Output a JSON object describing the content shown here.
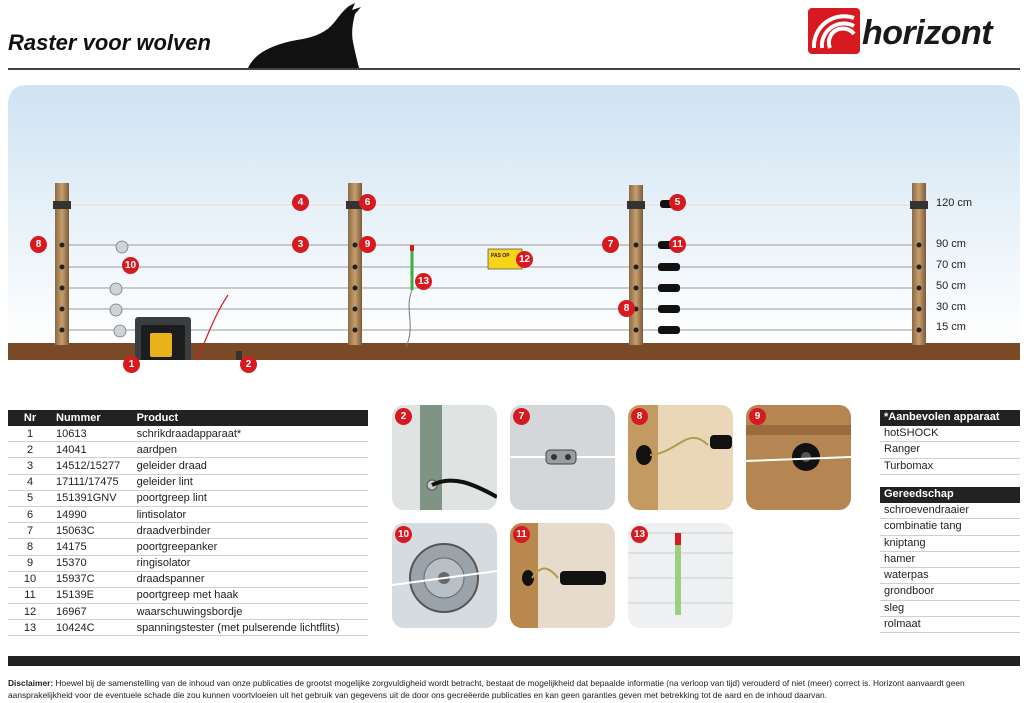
{
  "header": {
    "title": "Raster voor wolven",
    "brand": "horizont",
    "brand_color": "#d71920"
  },
  "fence": {
    "height_labels": [
      "120 cm",
      "90 cm",
      "70 cm",
      "50 cm",
      "30 cm",
      "15 cm"
    ],
    "callouts": [
      "1",
      "2",
      "3",
      "4",
      "5",
      "6",
      "7",
      "8",
      "8",
      "9",
      "10",
      "11",
      "12",
      "13"
    ],
    "warning_sign_text": "PAS OP"
  },
  "products": {
    "headers": [
      "Nr",
      "Nummer",
      "Product"
    ],
    "rows": [
      {
        "nr": "1",
        "nummer": "10613",
        "product": "schrikdraadapparaat*"
      },
      {
        "nr": "2",
        "nummer": "14041",
        "product": "aardpen"
      },
      {
        "nr": "3",
        "nummer": "14512/15277",
        "product": "geleider draad"
      },
      {
        "nr": "4",
        "nummer": "17111/17475",
        "product": "geleider lint"
      },
      {
        "nr": "5",
        "nummer": "151391GNV",
        "product": "poortgreep lint"
      },
      {
        "nr": "6",
        "nummer": "14990",
        "product": "lintisolator"
      },
      {
        "nr": "7",
        "nummer": "15063C",
        "product": "draadverbinder"
      },
      {
        "nr": "8",
        "nummer": "14175",
        "product": "poortgreepanker"
      },
      {
        "nr": "9",
        "nummer": "15370",
        "product": "ringisolator"
      },
      {
        "nr": "10",
        "nummer": "15937C",
        "product": "draadspanner"
      },
      {
        "nr": "11",
        "nummer": "15139E",
        "product": "poortgreep met haak"
      },
      {
        "nr": "12",
        "nummer": "16967",
        "product": "waarschuwingsbordje"
      },
      {
        "nr": "13",
        "nummer": "10424C",
        "product": "spanningstester (met pulserende lichtflits)"
      }
    ]
  },
  "thumbnails": [
    "2",
    "7",
    "8",
    "9",
    "10",
    "11",
    "13"
  ],
  "recommended": {
    "title": "*Aanbevolen apparaat",
    "items": [
      "hotSHOCK",
      "Ranger",
      "Turbomax"
    ]
  },
  "tools": {
    "title": "Gereedschap",
    "items": [
      "schroevendraaier",
      "combinatie tang",
      "kniptang",
      "hamer",
      "waterpas",
      "grondboor",
      "sleg",
      "rolmaat"
    ]
  },
  "disclaimer": {
    "label": "Disclaimer:",
    "text": "Hoewel bij de samenstelling van de inhoud van onze publicaties de grootst mogelijke zorgvuldigheid wordt betracht, bestaat de mogelijkheid dat bepaalde informatie (na verloop van tijd) verouderd of niet (meer) correct is. Horizont aanvaardt geen aansprakelijkheid voor de eventuele schade die zou kunnen voortvloeien uit het gebruik van gegevens uit de door ons gecreëerde publicaties en kan geen garanties geven met betrekking tot de aard en de inhoud daarvan."
  }
}
